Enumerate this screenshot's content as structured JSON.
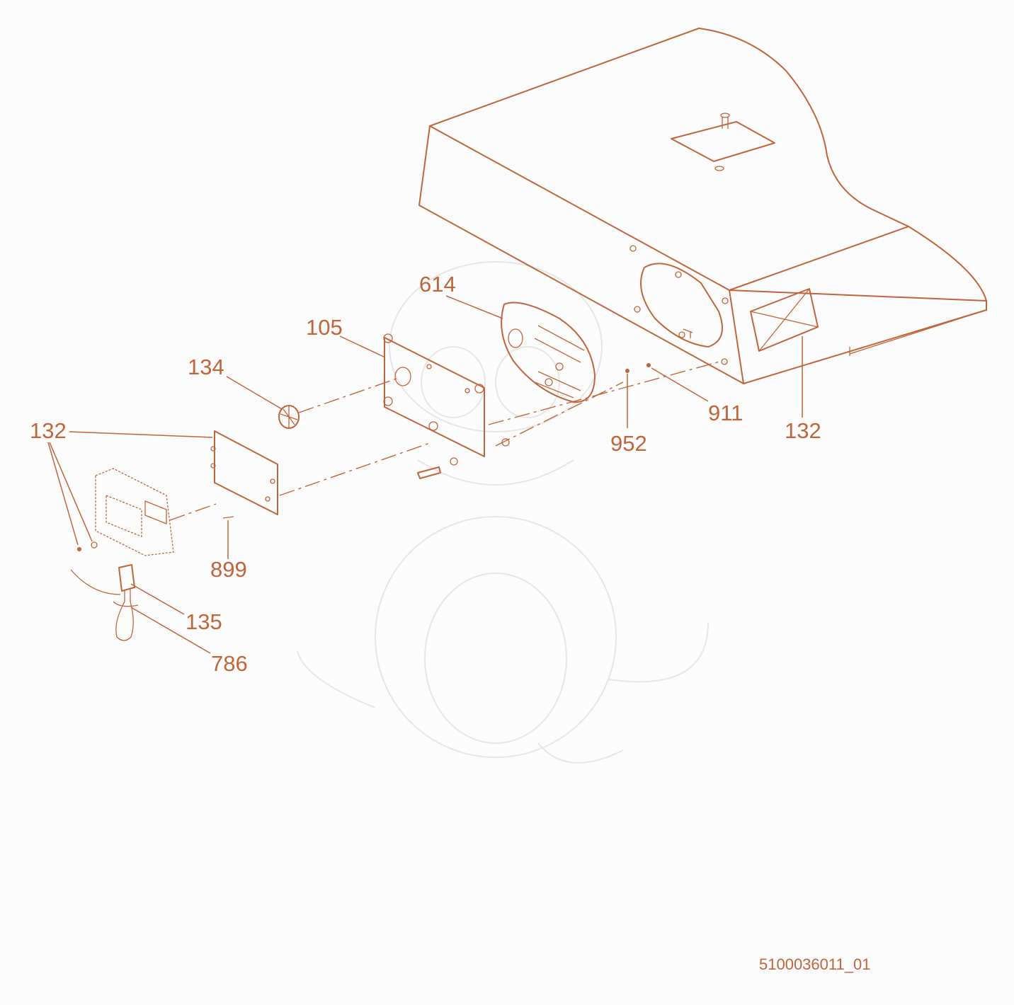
{
  "diagram": {
    "accent_color": "#c0653a",
    "callouts": [
      {
        "id": "614",
        "label": "614"
      },
      {
        "id": "105",
        "label": "105"
      },
      {
        "id": "134",
        "label": "134"
      },
      {
        "id": "132a",
        "label": "132"
      },
      {
        "id": "132b",
        "label": "132"
      },
      {
        "id": "911",
        "label": "911"
      },
      {
        "id": "952",
        "label": "952"
      },
      {
        "id": "899",
        "label": "899"
      },
      {
        "id": "135",
        "label": "135"
      },
      {
        "id": "786",
        "label": "786"
      }
    ],
    "document_id": "5100036011_01"
  }
}
